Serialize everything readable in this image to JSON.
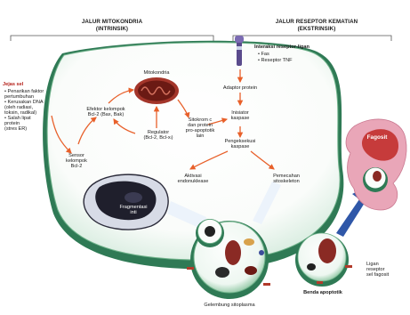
{
  "header": {
    "intrinsic_title": "JALUR MITOKONDRIA",
    "intrinsic_sub": "(INTRINSIK)",
    "extrinsic_title": "JALUR RESEPTOR KEMATIAN",
    "extrinsic_sub": "(EKSTRINSIK)"
  },
  "injury": {
    "title": "Jejas sel",
    "items": [
      "• Penarikan faktor",
      "  pertumbuhan",
      "• Kerusakan DNA",
      "  (oleh radiasi,",
      "  toksin, radikal)",
      "• Salah lipat",
      "  protein",
      "  (stres ER)"
    ]
  },
  "sensor": [
    "Sensor",
    "kelompok",
    "Bcl-2"
  ],
  "effector": [
    "Efektor kelompok",
    "Bcl-2 (Bax, Bak)"
  ],
  "mitochondria_label": "Mitokondria",
  "regulator": [
    "Regulator",
    "(Bcl-2, Bcl-xₗ)"
  ],
  "cytochrome": [
    "Sitokrom c",
    "dan protein",
    "pro-apoptotik",
    "lain"
  ],
  "receptor": {
    "title": "Interaksi reseptor-ligan",
    "items": [
      "• Fas",
      "• Reseptor TNF"
    ]
  },
  "adaptor": "Adaptor protein",
  "initiator": [
    "Inisiator",
    "kaspase"
  ],
  "executioner": [
    "Pengeksekusi",
    "kaspase"
  ],
  "fragment": [
    "Fragmentasi",
    "inti"
  ],
  "endonuclease": [
    "Aktivasi",
    "endonuklease"
  ],
  "cytoskeleton": [
    "Pemecahan",
    "sitoskeleton"
  ],
  "phagocyte": "Fagosit",
  "apoptotic_body": "Benda apoptotik",
  "ligand": [
    "Ligan",
    "reseptor",
    "sel fagosit"
  ],
  "bleb": "Gelembung sitoplasma",
  "colors": {
    "cell_fill": "#ffffff",
    "cell_outline": "#6fb28a",
    "membrane": "#4f8f6a",
    "arrow": "#e8602a",
    "nucleus": "#2b2b2b",
    "phagocyte": "#e9a6b8",
    "phagocyte_nucleus": "#c63b3b",
    "big_arrow": "#2f57a8"
  }
}
